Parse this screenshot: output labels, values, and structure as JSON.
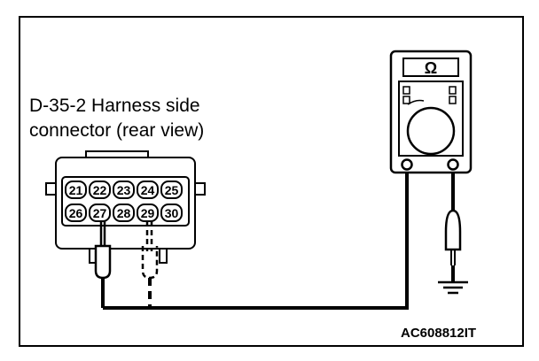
{
  "connector": {
    "label_line1": "D-35-2 Harness side",
    "label_line2": "connector (rear view)",
    "pins_top": [
      "21",
      "22",
      "23",
      "24",
      "25"
    ],
    "pins_bottom": [
      "26",
      "27",
      "28",
      "29",
      "30"
    ]
  },
  "meter": {
    "symbol": "Ω",
    "icon": "ohmmeter-icon"
  },
  "ground": {
    "icon": "ground-symbol-icon"
  },
  "figure_code": "AC608812IT",
  "colors": {
    "line": "#000000",
    "background": "#ffffff"
  }
}
